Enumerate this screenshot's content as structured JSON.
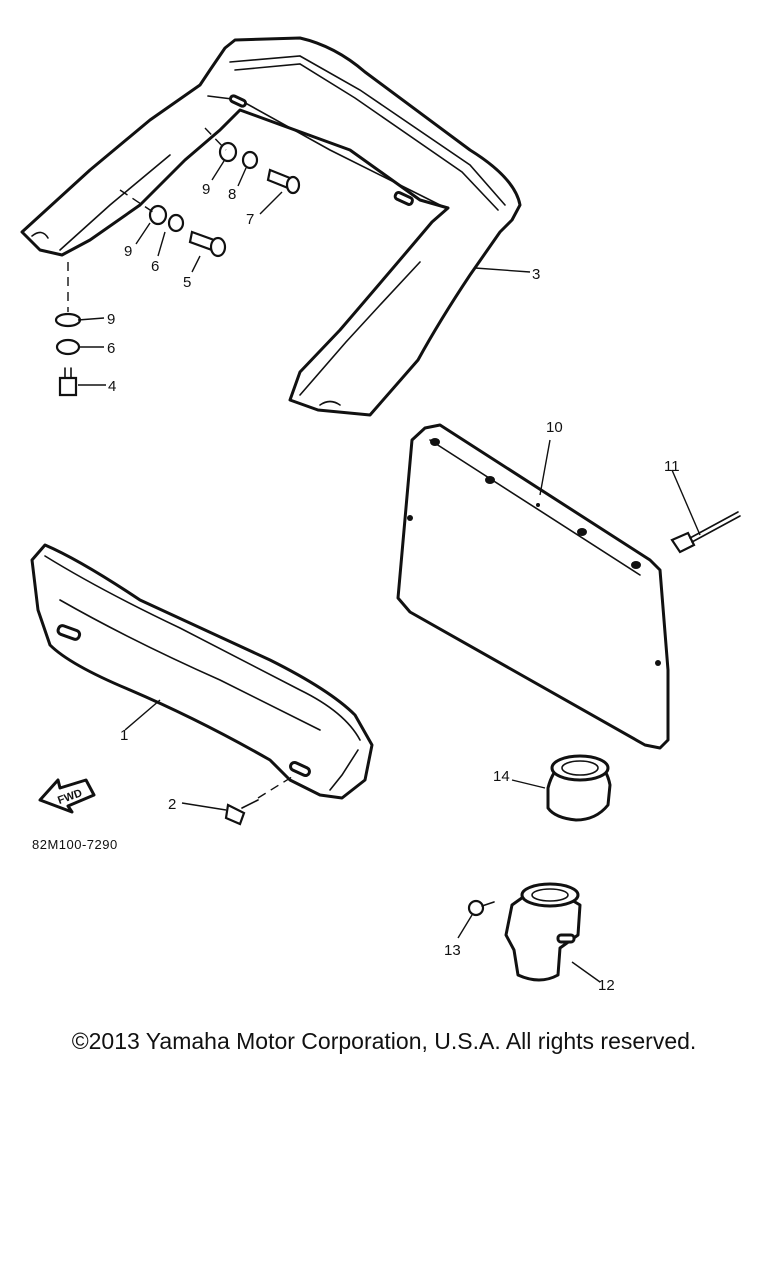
{
  "callouts": {
    "c1": "1",
    "c2": "2",
    "c3": "3",
    "c4": "4",
    "c5": "5",
    "c6a": "6",
    "c6b": "6",
    "c7": "7",
    "c8": "8",
    "c9a": "9",
    "c9b": "9",
    "c9c": "9",
    "c10": "10",
    "c11": "11",
    "c12": "12",
    "c13": "13",
    "c14": "14"
  },
  "diagram_ref": "82M100-7290",
  "fwd_label": "FWD",
  "copyright": "©2013 Yamaha Motor Corporation, U.S.A. All rights reserved."
}
